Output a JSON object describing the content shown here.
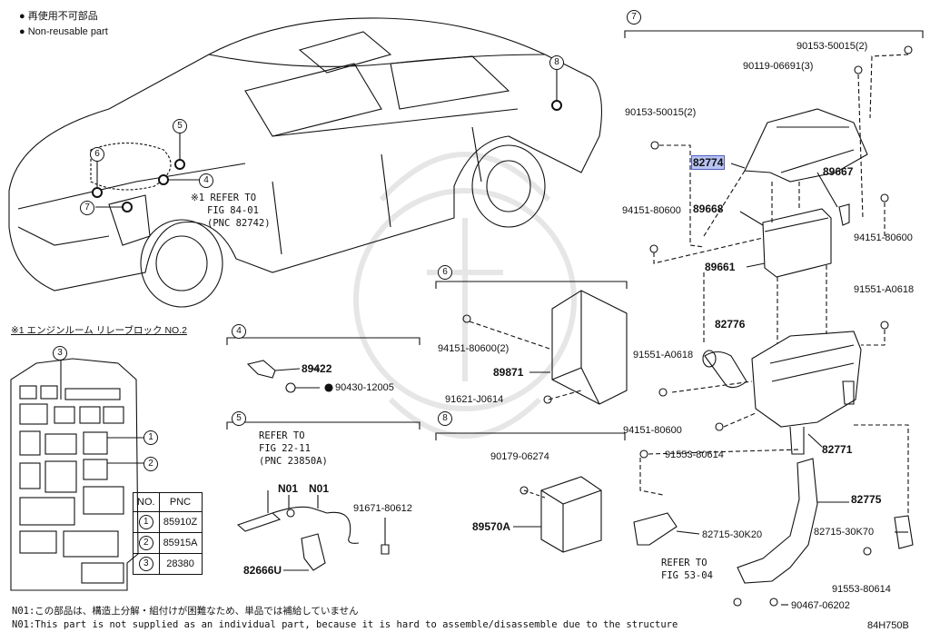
{
  "legend": {
    "jp": "再使用不可部品",
    "en": "Non-reusable part"
  },
  "diagram_code": "84H750B",
  "refer_84": {
    "l1": "※1 REFER TO",
    "l2": "FIG 84-01",
    "l3": "(PNC 82742)"
  },
  "relay_block_title": "※1 エンジンルーム リレーブロック NO.2",
  "table": {
    "headers": [
      "NO.",
      "PNC"
    ],
    "rows": [
      {
        "no": "1",
        "pnc": "85910Z"
      },
      {
        "no": "2",
        "pnc": "85915A"
      },
      {
        "no": "3",
        "pnc": "28380"
      }
    ]
  },
  "callouts": {
    "c1": "1",
    "c2": "2",
    "c3": "3",
    "c4": "4",
    "c5": "5",
    "c6": "6",
    "c7": "7",
    "c8": "8"
  },
  "sec4": {
    "p1": "89422",
    "p2": "90430-12005"
  },
  "sec5": {
    "r1": "REFER TO",
    "r2": "FIG 22-11",
    "r3": "(PNC 23850A)",
    "n1": "N01",
    "n2": "N01",
    "p1": "91671-80612",
    "p2": "82666U"
  },
  "sec6": {
    "p1": "94151-80600(2)",
    "p2": "89871",
    "p3": "91621-J0614"
  },
  "sec8": {
    "p1": "90179-06274",
    "p2": "89570A"
  },
  "sec7": {
    "a": "90153-50015(2)",
    "b": "90119-06691(3)",
    "c": "90153-50015(2)",
    "d": "82774",
    "e": "89667",
    "f": "94151-80600",
    "g": "89668",
    "h": "94151-80600",
    "i": "89661",
    "j": "91551-A0618",
    "k": "82776",
    "l": "91551-A0618",
    "m": "94151-80600",
    "n": "82771",
    "o": "91553-80614",
    "p": "82775",
    "q": "82715-30K20",
    "r": "82715-30K70",
    "s1": "REFER TO",
    "s2": "FIG 53-04",
    "t": "91553-80614",
    "u": "90467-06202"
  },
  "notes": {
    "jp": "N01:この部品は、構造上分解・組付けが困難なため、単品では補給していません",
    "en": "N01:This part is not supplied as an individual part, because it is hard to assemble/disassemble due to the structure"
  }
}
